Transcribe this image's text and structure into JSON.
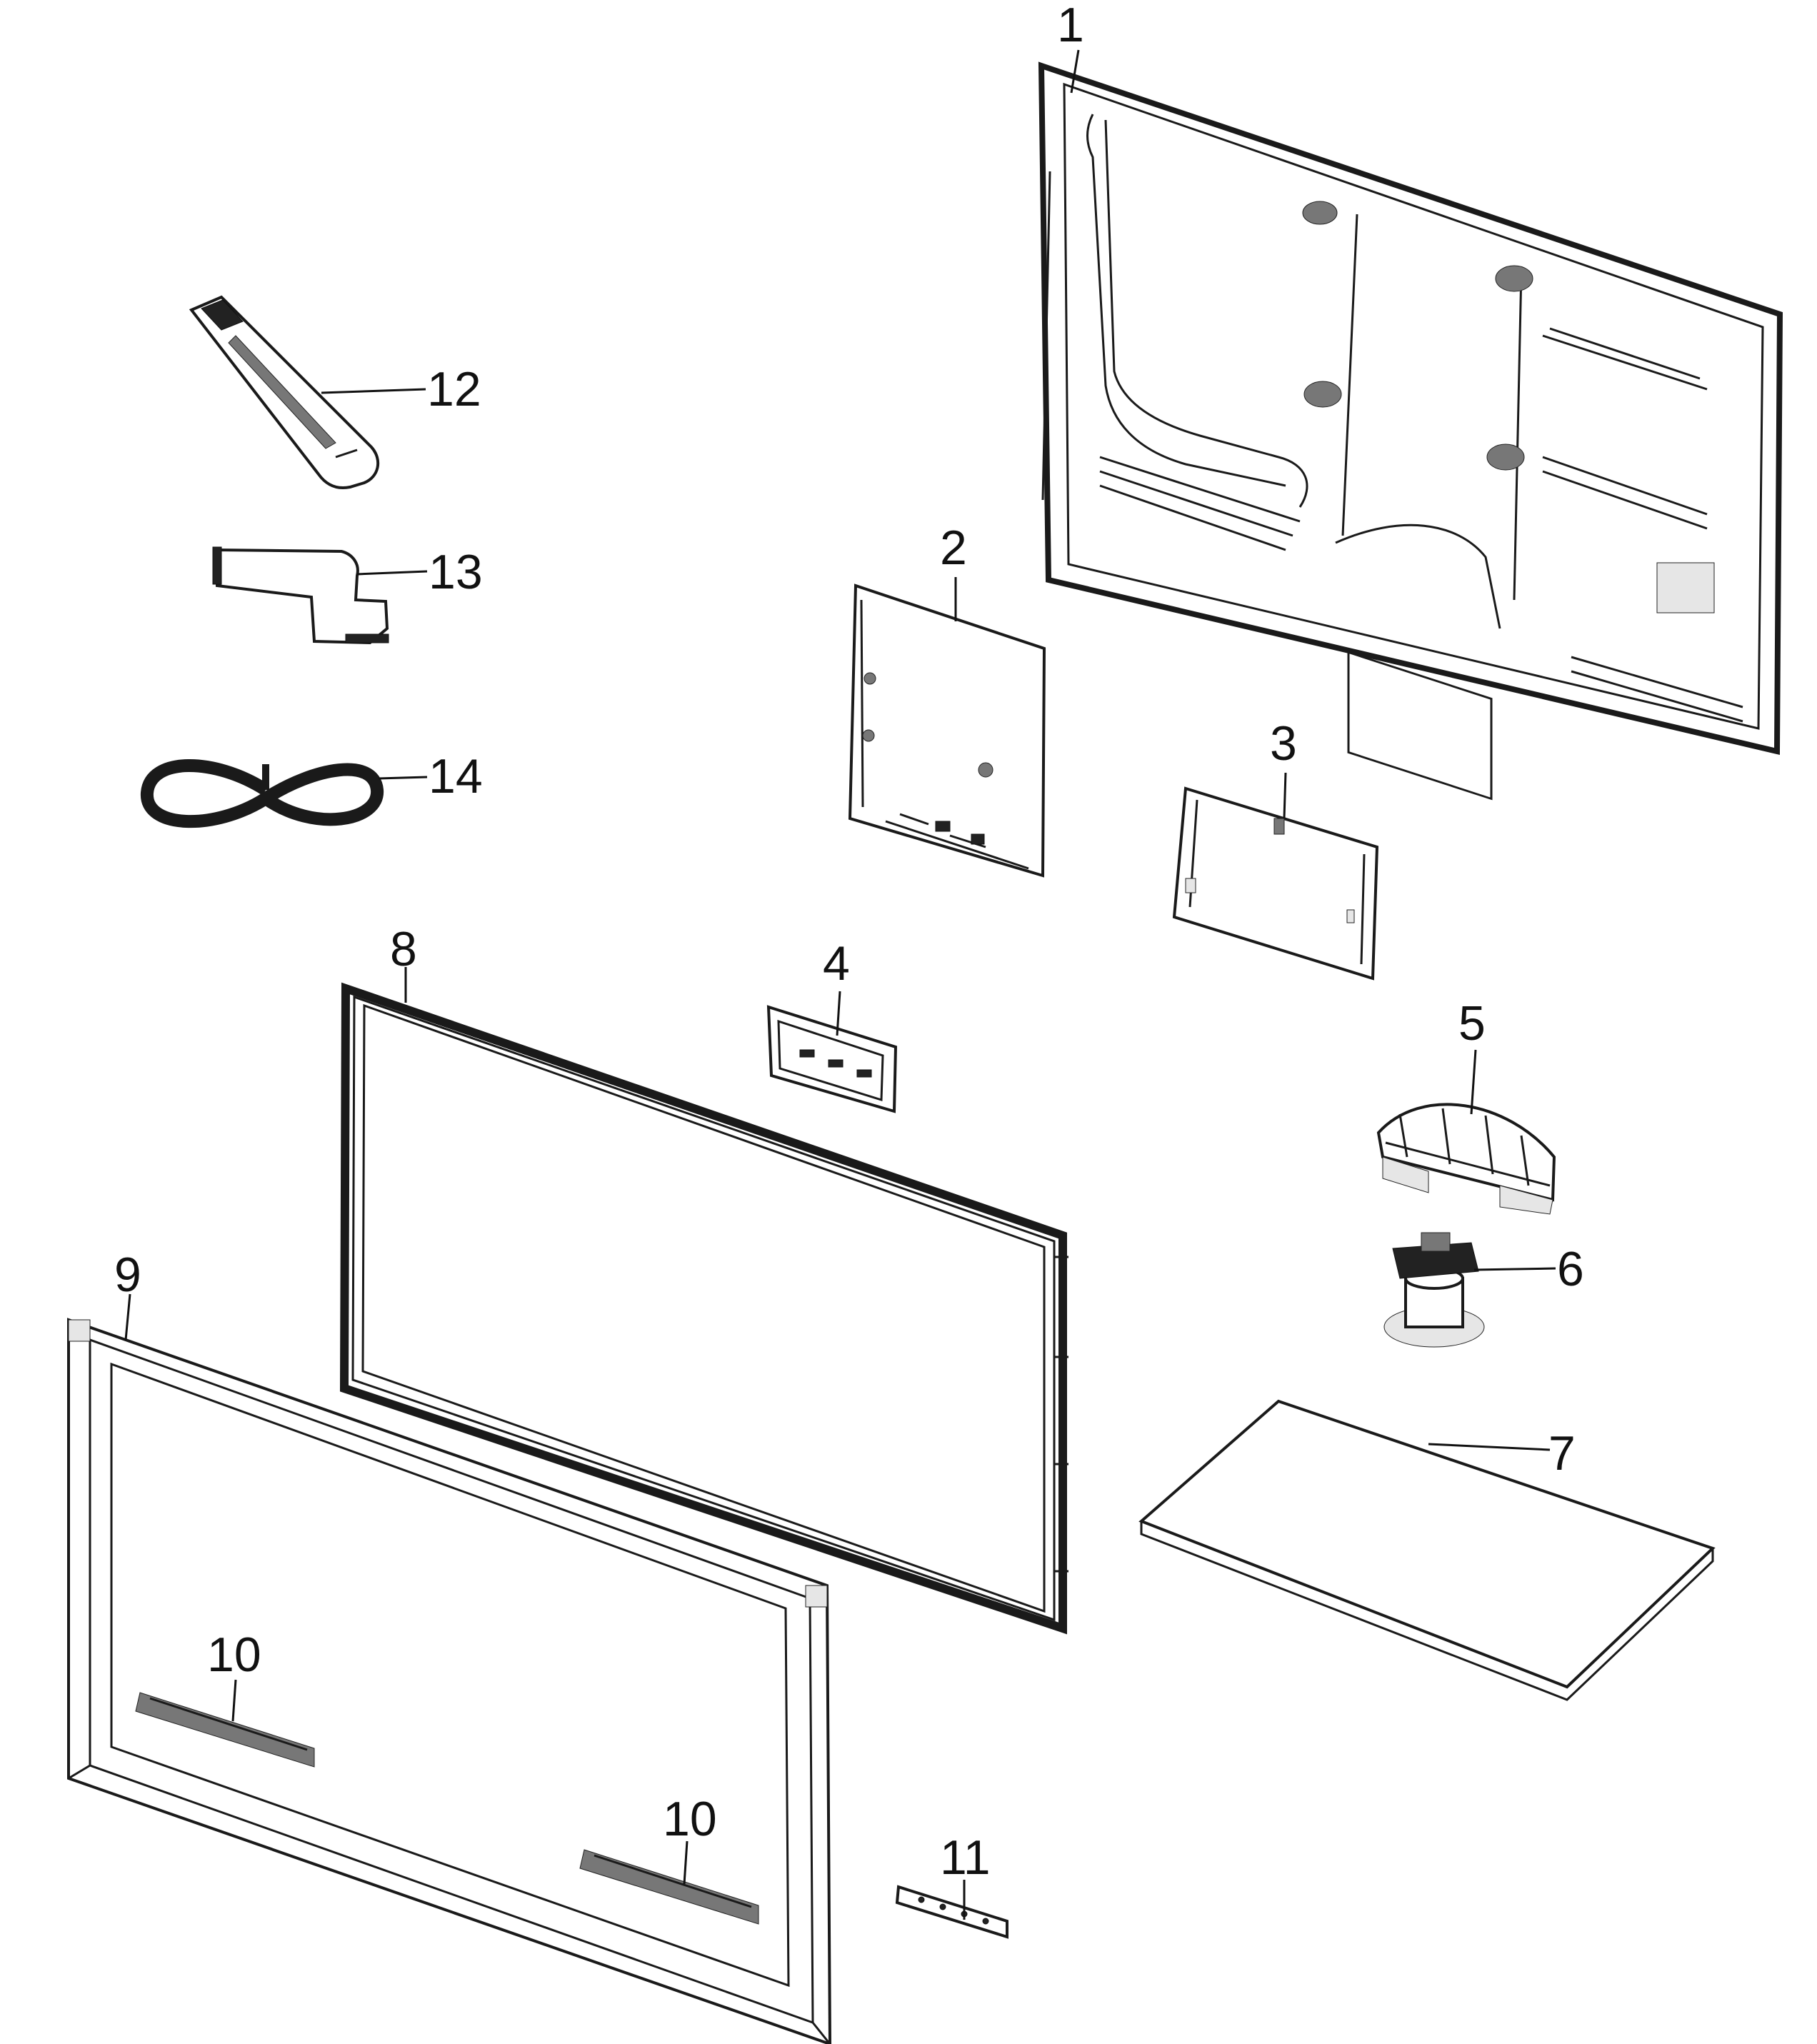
{
  "diagram": {
    "callouts": [
      {
        "id": "back-cover",
        "label": "1"
      },
      {
        "id": "main-board",
        "label": "2"
      },
      {
        "id": "power-board",
        "label": "3"
      },
      {
        "id": "function-board",
        "label": "4"
      },
      {
        "id": "stand-neck-cover",
        "label": "5"
      },
      {
        "id": "stand-neck",
        "label": "6"
      },
      {
        "id": "stand-base",
        "label": "7"
      },
      {
        "id": "panel",
        "label": "8"
      },
      {
        "id": "front-bezel",
        "label": "9"
      },
      {
        "id": "speaker-left",
        "label": "10"
      },
      {
        "id": "speaker-right",
        "label": "10"
      },
      {
        "id": "ir-board",
        "label": "11"
      },
      {
        "id": "remote-control",
        "label": "12"
      },
      {
        "id": "lvds-cable",
        "label": "13"
      },
      {
        "id": "power-cord",
        "label": "14"
      }
    ]
  }
}
